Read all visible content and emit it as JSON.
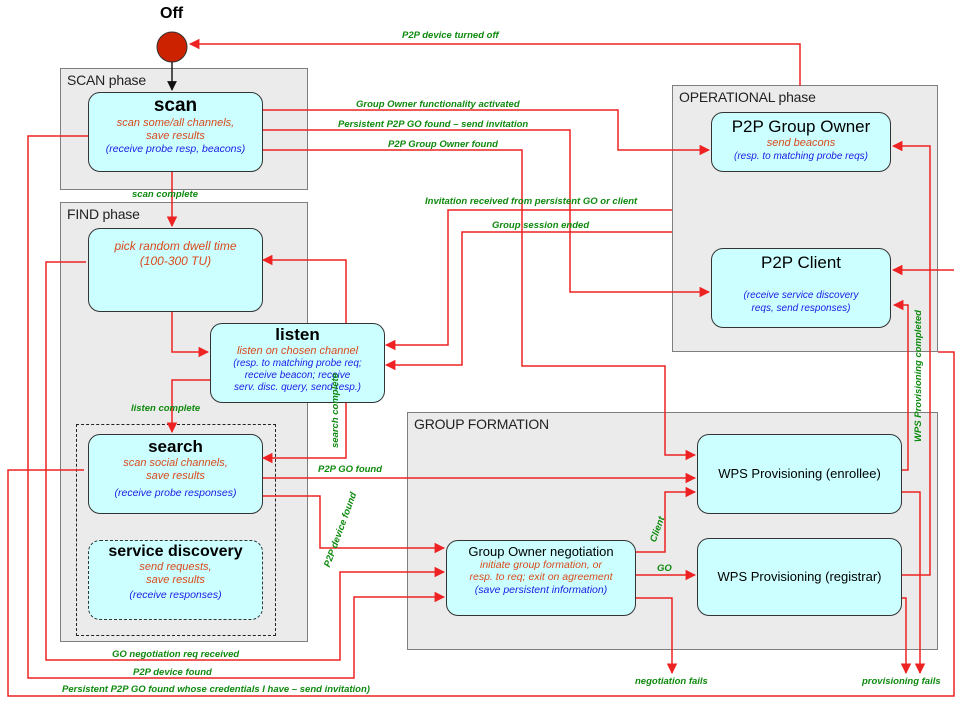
{
  "off": {
    "label": "Off"
  },
  "phases": {
    "scan": "SCAN phase",
    "find": "FIND phase",
    "operational": "OPERATIONAL phase",
    "group_formation": "GROUP FORMATION"
  },
  "states": {
    "scan": {
      "title": "scan",
      "orange": [
        "scan some/all channels,",
        "save results"
      ],
      "blue": [
        "(receive probe resp, beacons)"
      ]
    },
    "pick": {
      "title": "",
      "orange": [
        "pick random dwell time",
        "(100-300 TU)"
      ],
      "blue": []
    },
    "listen": {
      "title": "listen",
      "orange": [
        "listen on chosen channel"
      ],
      "blue": [
        "(resp. to matching probe req;",
        "receive beacon; receive",
        "serv. disc. query, send resp.)"
      ]
    },
    "search": {
      "title": "search",
      "orange": [
        "scan social channels,",
        "save results"
      ],
      "blue": [
        "(receive probe responses)"
      ]
    },
    "service_discovery": {
      "title": "service discovery",
      "orange": [
        "send requests,",
        "save results"
      ],
      "blue": [
        "(receive responses)"
      ]
    },
    "go": {
      "title": "P2P Group Owner",
      "orange": [
        "send beacons"
      ],
      "blue": [
        "(resp. to matching probe reqs)"
      ]
    },
    "client": {
      "title": "P2P Client",
      "orange": [],
      "blue": [
        "(receive service discovery",
        "reqs, send responses)"
      ]
    },
    "wps_enrollee": {
      "title": "WPS Provisioning (enrollee)",
      "orange": [],
      "blue": []
    },
    "wps_registrar": {
      "title": "WPS Provisioning (registrar)",
      "orange": [],
      "blue": []
    },
    "gon": {
      "title": "Group Owner negotiation",
      "orange": [
        "initiate group formation, or",
        "resp. to req; exit on agreement"
      ],
      "blue": [
        "(save persistent information)"
      ]
    }
  },
  "transitions": {
    "device_off": "P2P device turned off",
    "go_activated": "Group Owner functionality activated",
    "persistent_go": "Persistent P2P GO found – send invitation",
    "go_found_top": "P2P Group Owner found",
    "scan_complete": "scan complete",
    "invitation_received": "Invitation received from persistent GO or client",
    "session_ended": "Group session ended",
    "listen_complete": "listen complete",
    "search_complete": "search complete",
    "p2p_go_found": "P2P GO found",
    "p2p_device_found_v": "P2P device found",
    "client": "Client",
    "go": "GO",
    "wps_completed": "WPS Provisioning completed",
    "go_neg_req": "GO negotiation req received",
    "p2p_device_found": "P2P device found",
    "persistent_credentials": "Persistent P2P GO found whose credentials I have – send invitation)",
    "negotiation_fails": "negotiation fails",
    "provisioning_fails": "provisioning fails"
  }
}
